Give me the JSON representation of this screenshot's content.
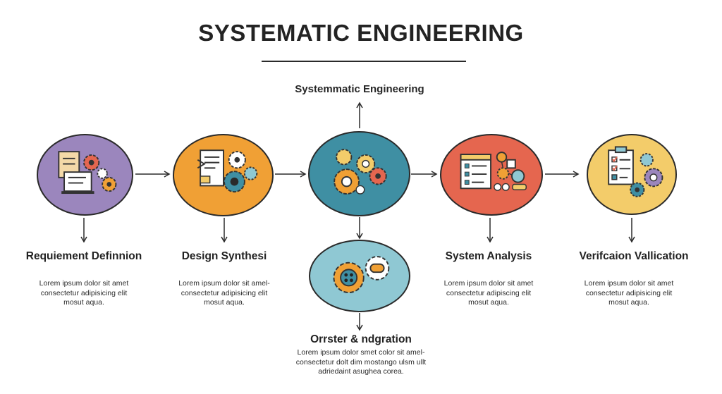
{
  "title": "SYSTEMATIC ENGINEERING",
  "subtitle": "Systemmatic Engineering",
  "colors": {
    "purple": "#9b86bd",
    "orange": "#f0a035",
    "teal": "#3f8fa3",
    "coral": "#e5664f",
    "yellow": "#f3cc6a",
    "lightblue": "#8fc8d3",
    "outline": "#2a2a2a"
  },
  "stages": [
    {
      "label": "Requiement Definnion",
      "desc": [
        "Lorem ipsum dolor sit amet",
        "consectetur adipisicing elit",
        "mosut aqua."
      ],
      "icon": "document-gears-icon"
    },
    {
      "label": "Design Synthesi",
      "desc": [
        "Lorem ipsum dolor sit amel-",
        "consectetur adipisicing elit",
        "mosut aqua."
      ],
      "icon": "blueprint-gears-icon"
    },
    {
      "label": "",
      "desc": [],
      "icon": "gears-cluster-icon"
    },
    {
      "label": "System Analysis",
      "desc": [
        "Lorem ipsum dolor sit amet",
        "consectetur adipiscing elit",
        "mosut aqua."
      ],
      "icon": "dashboard-network-icon"
    },
    {
      "label": "Verifcaion Vallication",
      "desc": [
        "Lorem ipsum dolor sit amet",
        "consectetur adipisicing elit",
        "mosut aqua."
      ],
      "icon": "checklist-gears-icon"
    }
  ],
  "bottom": {
    "label": "Orrster & ndgration",
    "desc": [
      "Lorem ipsum dolor smet color sit amel-",
      "consectetur dolt dim mostango ulsm ullt",
      "adriedaint asughea corea."
    ],
    "icon": "integration-gears-icon"
  }
}
